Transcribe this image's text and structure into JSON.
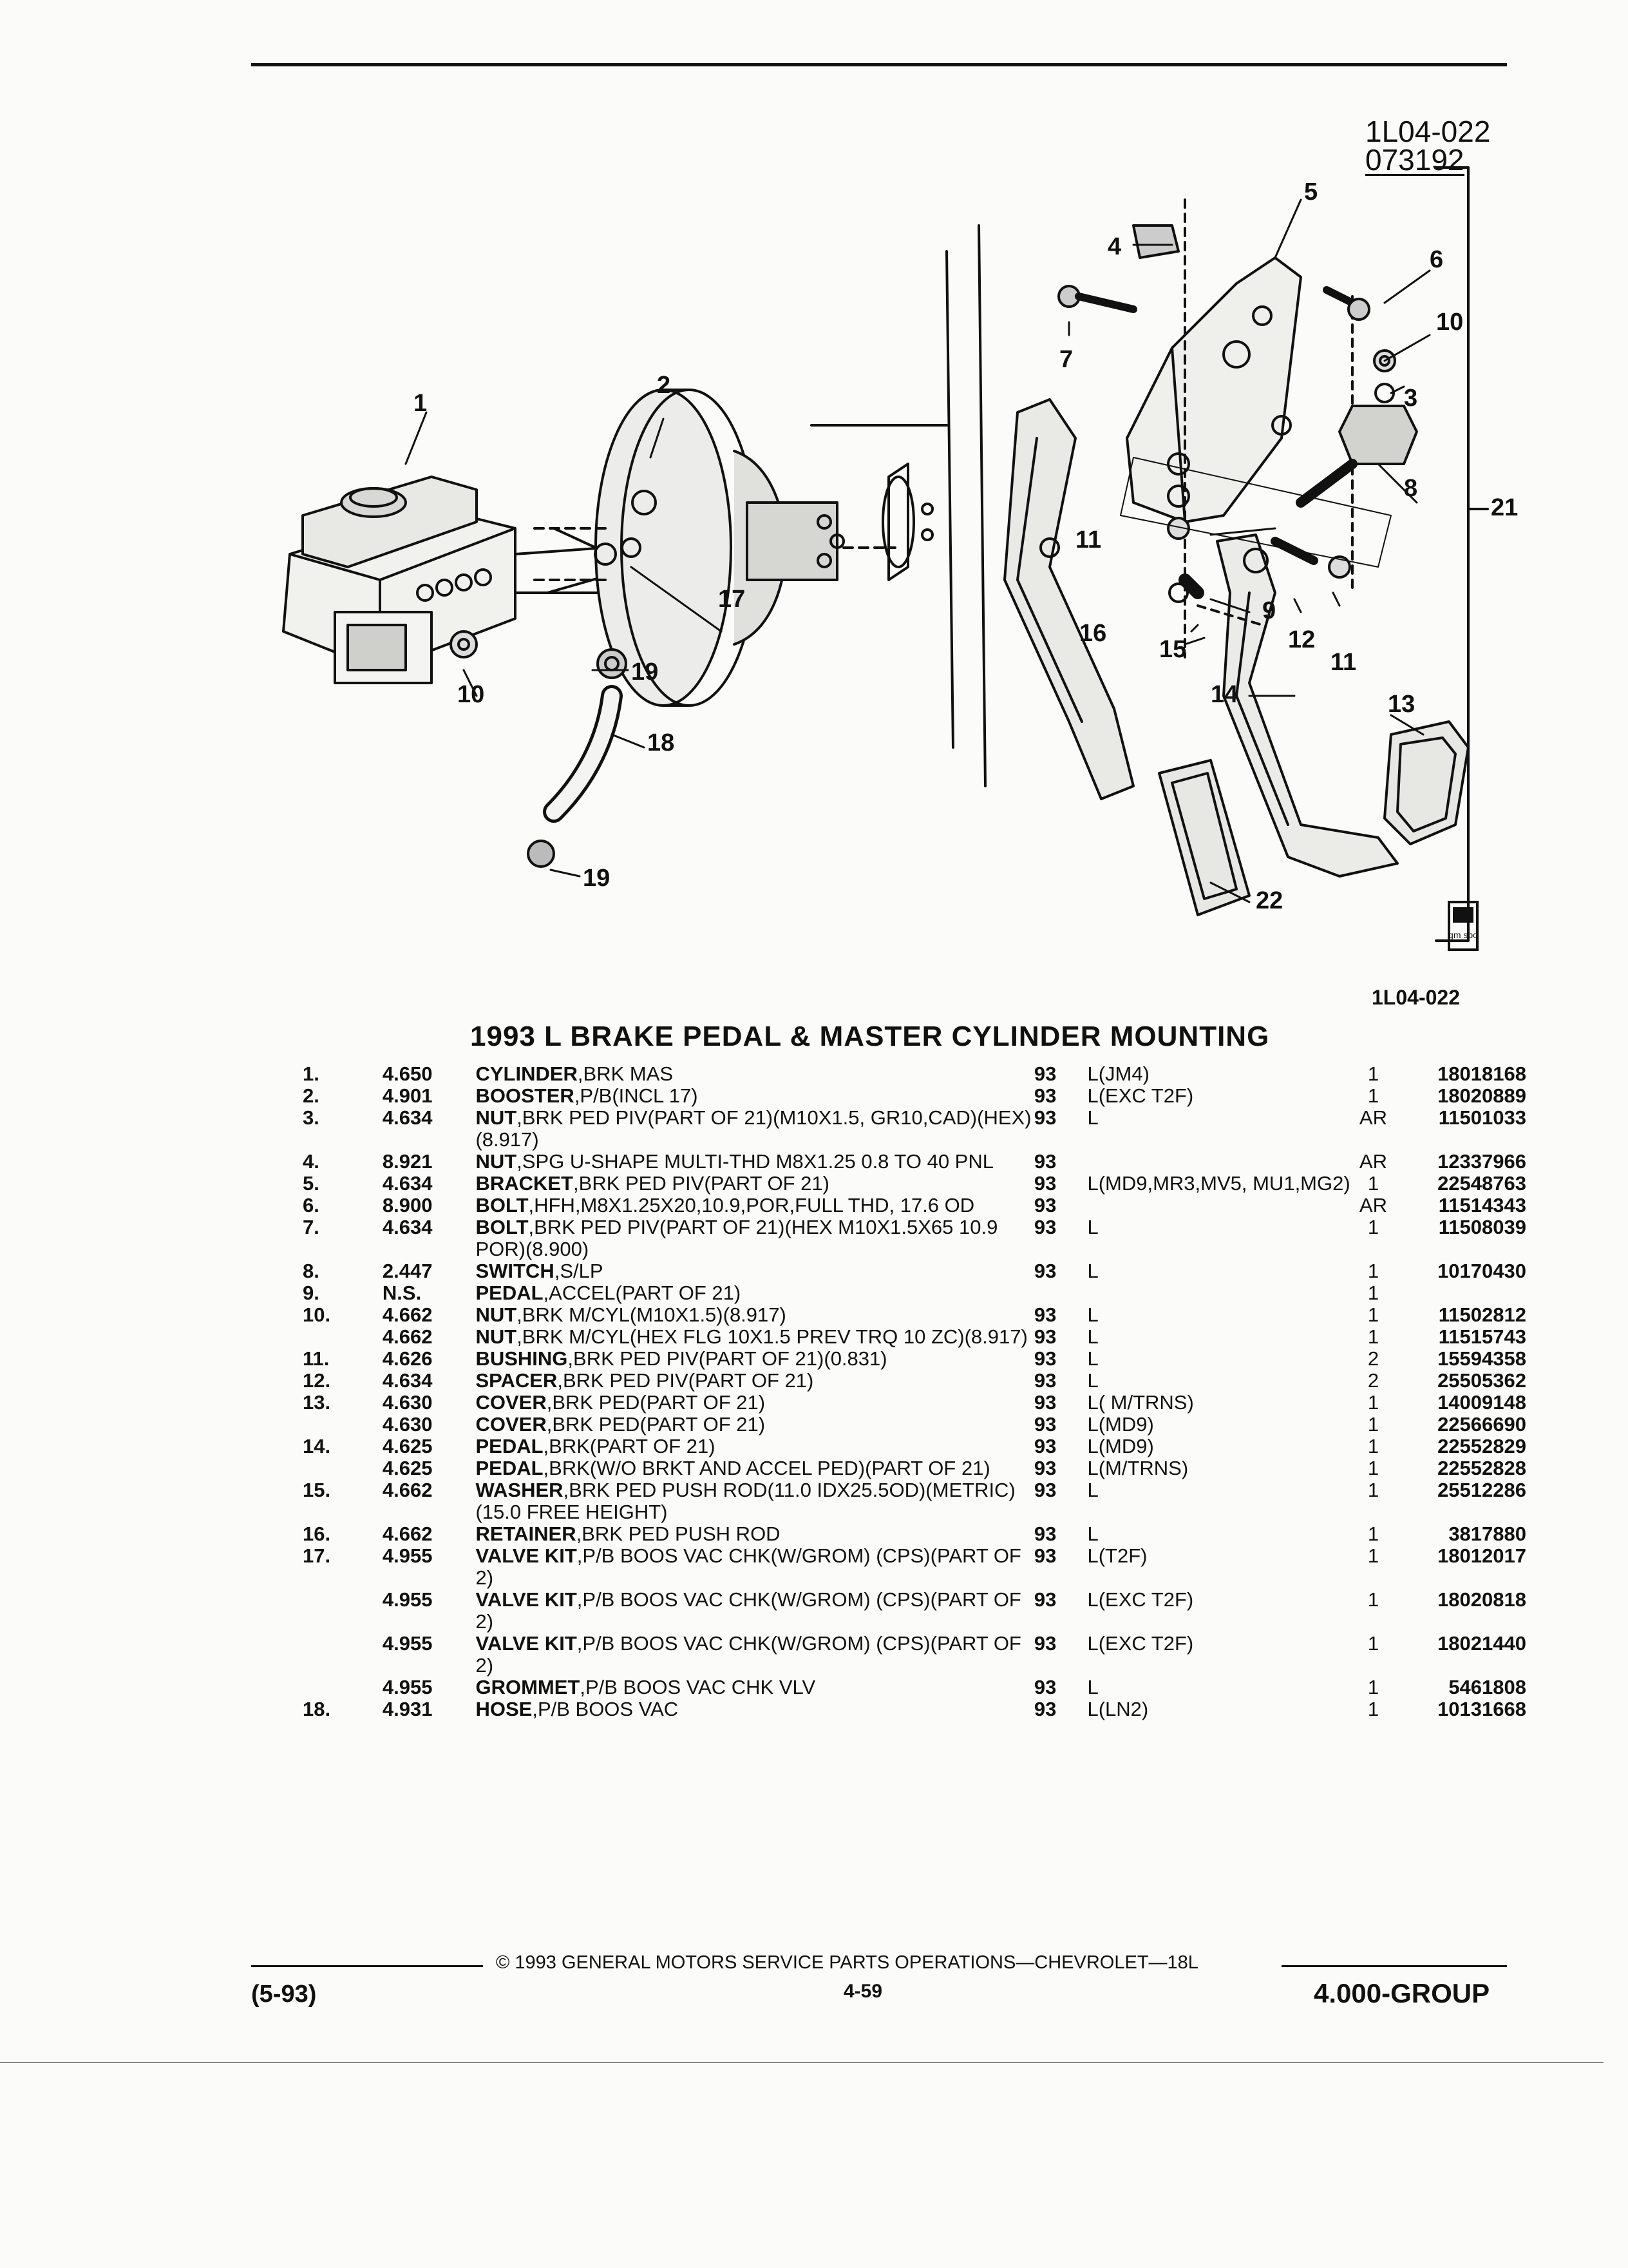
{
  "header": {
    "figure_code": "1L04-022",
    "figure_date": "073192"
  },
  "diagram": {
    "callouts": [
      "1",
      "2",
      "3",
      "4",
      "5",
      "6",
      "7",
      "8",
      "9",
      "10",
      "10",
      "11",
      "11",
      "12",
      "13",
      "14",
      "15",
      "16",
      "17",
      "18",
      "19",
      "19",
      "21",
      "22"
    ],
    "logo_text": "gm spo",
    "bottom_code": "1L04-022"
  },
  "title": "1993 L BRAKE PEDAL & MASTER CYLINDER MOUNTING",
  "parts": [
    {
      "item": "1.",
      "group": "4.650",
      "name": "CYLINDER",
      "desc": ",BRK MAS",
      "year": "93",
      "usage": "L(JM4)",
      "qty": "1",
      "part": "18018168"
    },
    {
      "item": "2.",
      "group": "4.901",
      "name": "BOOSTER",
      "desc": ",P/B(INCL 17)",
      "year": "93",
      "usage": "L(EXC T2F)",
      "qty": "1",
      "part": "18020889"
    },
    {
      "item": "3.",
      "group": "4.634",
      "name": "NUT",
      "desc": ",BRK PED PIV(PART OF 21)(M10X1.5, GR10,CAD)(HEX)(8.917)",
      "year": "93",
      "usage": "L",
      "qty": "AR",
      "part": "11501033"
    },
    {
      "item": "4.",
      "group": "8.921",
      "name": "NUT",
      "desc": ",SPG U-SHAPE MULTI-THD M8X1.25 0.8 TO 40 PNL",
      "year": "93",
      "usage": "",
      "qty": "AR",
      "part": "12337966"
    },
    {
      "item": "5.",
      "group": "4.634",
      "name": "BRACKET",
      "desc": ",BRK PED PIV(PART OF 21)",
      "year": "93",
      "usage": "L(MD9,MR3,MV5, MU1,MG2)",
      "qty": "1",
      "part": "22548763"
    },
    {
      "item": "6.",
      "group": "8.900",
      "name": "BOLT",
      "desc": ",HFH,M8X1.25X20,10.9,POR,FULL THD, 17.6 OD",
      "year": "93",
      "usage": "",
      "qty": "AR",
      "part": "11514343"
    },
    {
      "item": "7.",
      "group": "4.634",
      "name": "BOLT",
      "desc": ",BRK PED PIV(PART OF 21)(HEX M10X1.5X65 10.9 POR)(8.900)",
      "year": "93",
      "usage": "L",
      "qty": "1",
      "part": "11508039"
    },
    {
      "item": "8.",
      "group": "2.447",
      "name": "SWITCH",
      "desc": ",S/LP",
      "year": "93",
      "usage": "L",
      "qty": "1",
      "part": "10170430"
    },
    {
      "item": "9.",
      "group": "N.S.",
      "name": "PEDAL",
      "desc": ",ACCEL(PART OF 21)",
      "year": "",
      "usage": "",
      "qty": "1",
      "part": ""
    },
    {
      "item": "10.",
      "group": "4.662",
      "name": "NUT",
      "desc": ",BRK M/CYL(M10X1.5)(8.917)",
      "year": "93",
      "usage": "L",
      "qty": "1",
      "part": "11502812"
    },
    {
      "item": "",
      "group": "4.662",
      "name": "NUT",
      "desc": ",BRK M/CYL(HEX FLG 10X1.5 PREV TRQ 10 ZC)(8.917)",
      "year": "93",
      "usage": "L",
      "qty": "1",
      "part": "11515743"
    },
    {
      "item": "11.",
      "group": "4.626",
      "name": "BUSHING",
      "desc": ",BRK PED PIV(PART OF 21)(0.831)",
      "year": "93",
      "usage": "L",
      "qty": "2",
      "part": "15594358"
    },
    {
      "item": "12.",
      "group": "4.634",
      "name": "SPACER",
      "desc": ",BRK PED PIV(PART OF 21)",
      "year": "93",
      "usage": "L",
      "qty": "2",
      "part": "25505362"
    },
    {
      "item": "13.",
      "group": "4.630",
      "name": "COVER",
      "desc": ",BRK PED(PART OF 21)",
      "year": "93",
      "usage": "L( M/TRNS)",
      "qty": "1",
      "part": "14009148"
    },
    {
      "item": "",
      "group": "4.630",
      "name": "COVER",
      "desc": ",BRK PED(PART OF 21)",
      "year": "93",
      "usage": "L(MD9)",
      "qty": "1",
      "part": "22566690"
    },
    {
      "item": "14.",
      "group": "4.625",
      "name": "PEDAL",
      "desc": ",BRK(PART OF 21)",
      "year": "93",
      "usage": "L(MD9)",
      "qty": "1",
      "part": "22552829"
    },
    {
      "item": "",
      "group": "4.625",
      "name": "PEDAL",
      "desc": ",BRK(W/O BRKT AND ACCEL PED)(PART OF 21)",
      "year": "93",
      "usage": "L(M/TRNS)",
      "qty": "1",
      "part": "22552828"
    },
    {
      "item": "15.",
      "group": "4.662",
      "name": "WASHER",
      "desc": ",BRK PED PUSH ROD(11.0 IDX25.5OD)(METRIC)(15.0 FREE HEIGHT)",
      "year": "93",
      "usage": "L",
      "qty": "1",
      "part": "25512286"
    },
    {
      "item": "16.",
      "group": "4.662",
      "name": "RETAINER",
      "desc": ",BRK PED PUSH ROD",
      "year": "93",
      "usage": "L",
      "qty": "1",
      "part": "3817880"
    },
    {
      "item": "17.",
      "group": "4.955",
      "name": "VALVE KIT",
      "desc": ",P/B BOOS VAC CHK(W/GROM) (CPS)(PART OF 2)",
      "year": "93",
      "usage": "L(T2F)",
      "qty": "1",
      "part": "18012017"
    },
    {
      "item": "",
      "group": "4.955",
      "name": "VALVE KIT",
      "desc": ",P/B BOOS VAC CHK(W/GROM) (CPS)(PART OF 2)",
      "year": "93",
      "usage": "L(EXC T2F)",
      "qty": "1",
      "part": "18020818"
    },
    {
      "item": "",
      "group": "4.955",
      "name": "VALVE KIT",
      "desc": ",P/B BOOS VAC CHK(W/GROM) (CPS)(PART OF 2)",
      "year": "93",
      "usage": "L(EXC T2F)",
      "qty": "1",
      "part": "18021440"
    },
    {
      "item": "",
      "group": "4.955",
      "name": "GROMMET",
      "desc": ",P/B BOOS VAC CHK VLV",
      "year": "93",
      "usage": "L",
      "qty": "1",
      "part": "5461808"
    },
    {
      "item": "18.",
      "group": "4.931",
      "name": "HOSE",
      "desc": ",P/B BOOS VAC",
      "year": "93",
      "usage": "L(LN2)",
      "qty": "1",
      "part": "10131668"
    }
  ],
  "footer": {
    "copyright": "© 1993 GENERAL MOTORS SERVICE PARTS OPERATIONS—CHEVROLET—18L",
    "date": "(5-93)",
    "page": "4-59",
    "group": "4.000-GROUP"
  }
}
